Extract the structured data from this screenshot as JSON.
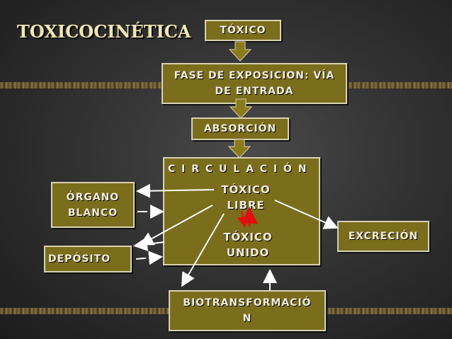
{
  "title": "TOXICOCINÉTICA",
  "nodes": {
    "toxico": "TÓXICO",
    "fase_line1": "FASE DE EXPOSICION: VÍA",
    "fase_line2": "DE ENTRADA",
    "absorcion": "ABSORCIÓN",
    "circulacion": "C I R C U L A C I Ó N",
    "toxico_libre_line1": "TÓXICO",
    "toxico_libre_line2": "LIBRE",
    "toxico_unido_line1": "TÓXICO",
    "toxico_unido_line2": "UNIDO",
    "organo_line1": "ÓRGANO",
    "organo_line2": "BLANCO",
    "deposito": "DEPÓSITO",
    "excrecion": "EXCRECIÓN",
    "biotrans_line1": "BIOTRANSFORMACIÓ",
    "biotrans_line2": "N"
  },
  "colors": {
    "box_fill": "#7a6d1c",
    "box_border": "#d8d2b4",
    "arrow_fill": "#8a7a1e",
    "line": "#ffffff",
    "equilibrium": "#e01010"
  }
}
